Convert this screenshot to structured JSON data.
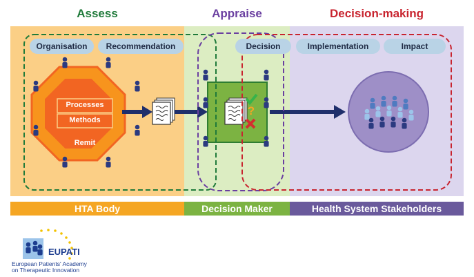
{
  "stages": {
    "assess": "Assess",
    "appraise": "Appraise",
    "decision_making": "Decision-making"
  },
  "pills": {
    "organisation": "Organisation",
    "recommendation": "Recommendation",
    "decision": "Decision",
    "implementation": "Implementation",
    "impact": "Impact"
  },
  "octagon": {
    "processes": "Processes",
    "methods": "Methods",
    "remit": "Remit"
  },
  "decision_marks": {
    "question": "?"
  },
  "footers": {
    "hta_body": "HTA Body",
    "decision_maker": "Decision Maker",
    "stakeholders": "Health System Stakeholders"
  },
  "logo": {
    "name": "EUPATI",
    "line1": "European Patients' Academy",
    "line2": "on Therapeutic Innovation"
  },
  "colors": {
    "assess": "#1f7a3a",
    "appraise": "#6a3fa0",
    "decision_making": "#c8242f",
    "hta_band": "#fbcf86",
    "decision_band": "#dcedc2",
    "stakeholder_band": "#dcd6ee",
    "hta_footer": "#f5a623",
    "decision_footer": "#7cb342",
    "stakeholder_footer": "#6a5a9c",
    "octagon_outer": "#f7941d",
    "octagon_inner": "#f26522",
    "arrow": "#1f2f6b",
    "person": "#2b3a80"
  }
}
